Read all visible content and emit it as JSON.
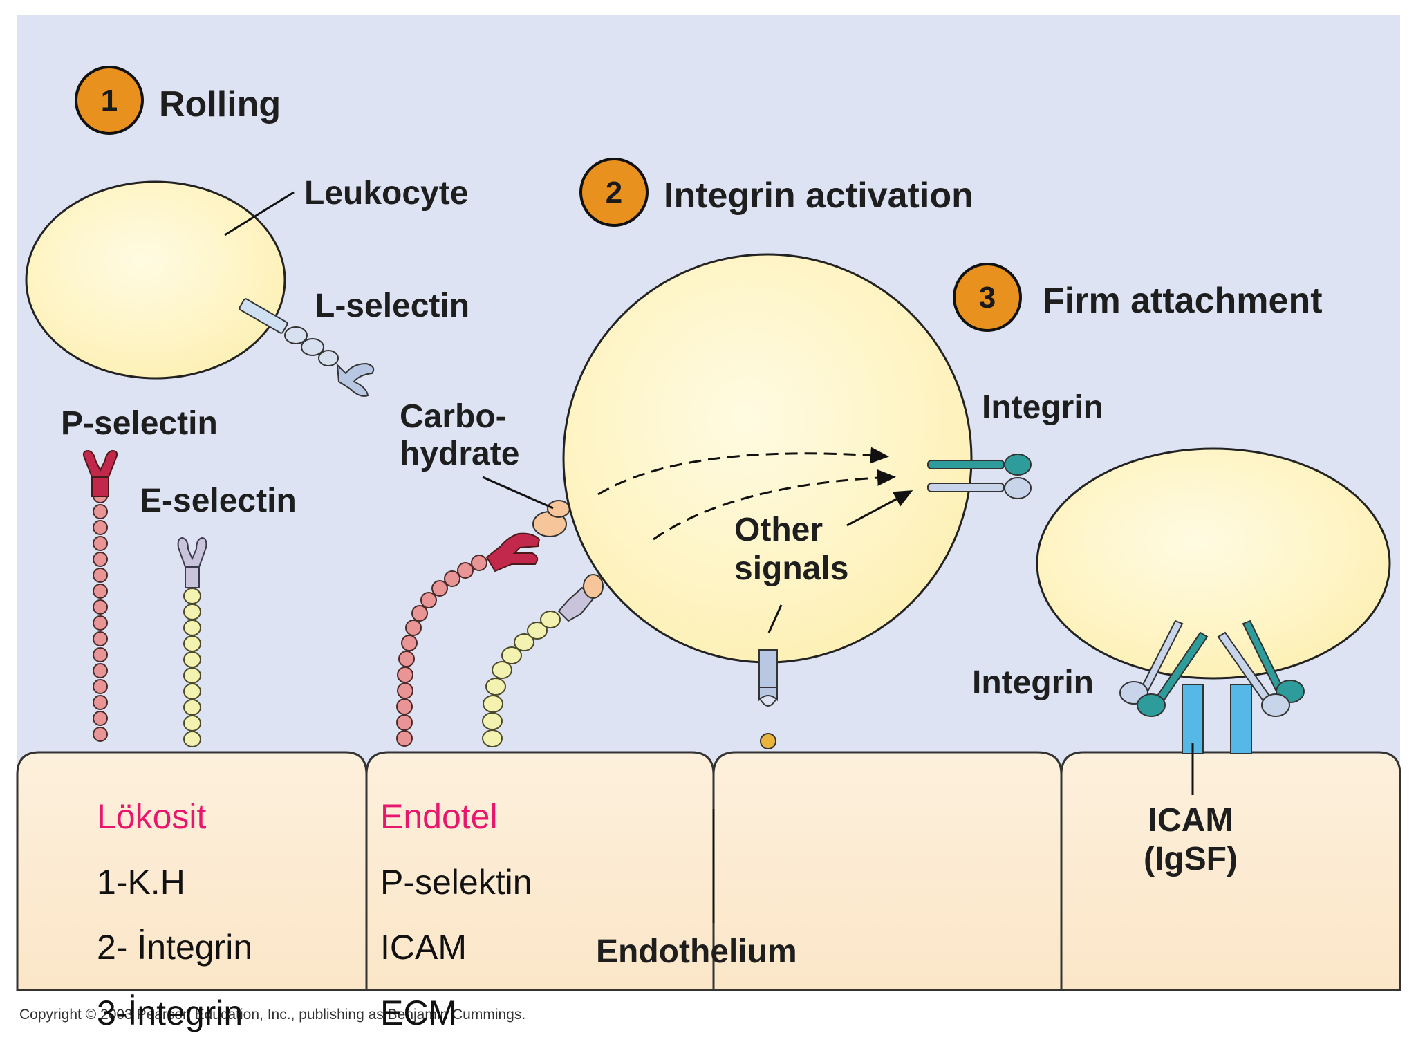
{
  "steps": [
    {
      "number": "1",
      "label": "Rolling"
    },
    {
      "number": "2",
      "label": "Integrin activation"
    },
    {
      "number": "3",
      "label": "Firm attachment"
    }
  ],
  "labels": {
    "leukocyte": "Leukocyte",
    "l_selectin": "L-selectin",
    "p_selectin": "P-selectin",
    "e_selectin": "E-selectin",
    "carbo_line1": "Carbo-",
    "carbo_line2": "hydrate",
    "integrin_top": "Integrin",
    "integrin_bottom": "Integrin",
    "other_line1": "Other",
    "other_line2": "signals",
    "icam_line1": "ICAM",
    "icam_line2": "(IgSF)",
    "endothelium": "Endothelium"
  },
  "overlay": {
    "col1_header": "Lökosit",
    "col1_items": [
      "1-K.H",
      "2- İntegrin",
      "3-İntegrin"
    ],
    "col2_header": "Endotel",
    "col2_items": [
      "P-selektin",
      "ICAM",
      "ECM"
    ]
  },
  "copyright": "Copyright © 2003 Pearson Education, Inc., publishing as Benjamin Cummings.",
  "colors": {
    "background": "#dde3f2",
    "cell": "#fff6c8",
    "endothelium": "#fbe8cc",
    "badge": "#e8911f",
    "overlay_header": "#e8176d",
    "p_selectin": "#c2284b",
    "e_selectin": "#f3f2b0",
    "integrin_teal": "#2f9c9c",
    "integrin_light": "#b8c8e2",
    "icam": "#56b8e6"
  }
}
